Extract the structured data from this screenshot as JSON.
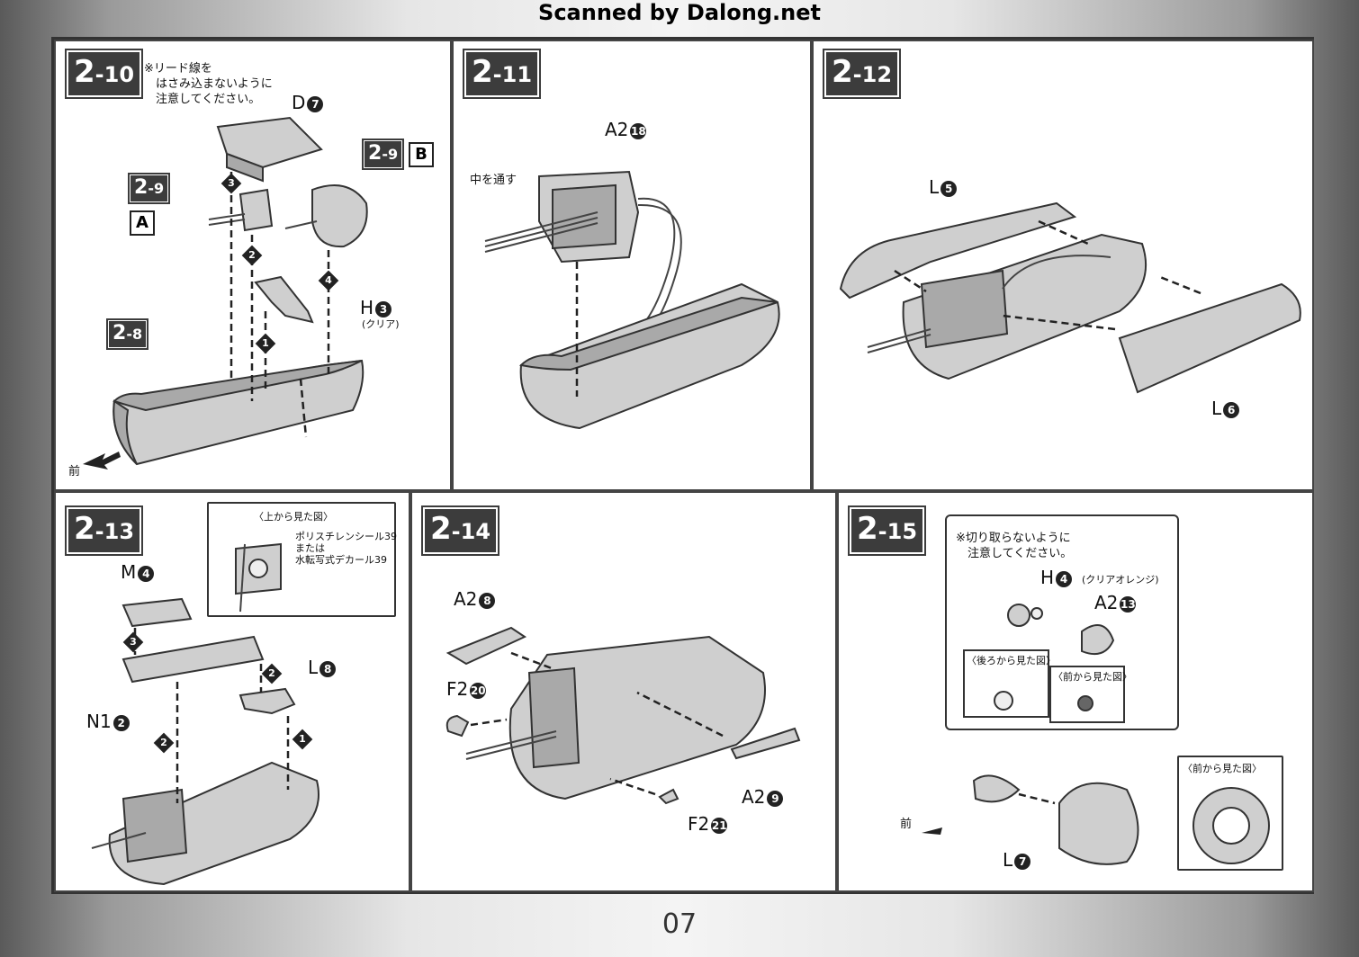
{
  "scan_note": "Scanned by Dalong.net",
  "page_number": "07",
  "steps": {
    "s2_10": {
      "major": "2",
      "minor": "-10",
      "note": "※リード線を\n　はさみ込まないように\n　注意してください。",
      "d7": "D",
      "n7": "7",
      "ref29b_major": "2",
      "ref29b_minor": "-9",
      "letter_b": "B",
      "ref29a_major": "2",
      "ref29a_minor": "-9",
      "letter_a": "A",
      "ref28_major": "2",
      "ref28_minor": "-8",
      "h3": "H",
      "n3": "3",
      "clear": "(クリア)",
      "front": "前",
      "seq": [
        "3",
        "2",
        "4",
        "1"
      ]
    },
    "s2_11": {
      "major": "2",
      "minor": "-11",
      "a2": "A2",
      "n18": "18",
      "pass_through": "中を通す"
    },
    "s2_12": {
      "major": "2",
      "minor": "-12",
      "l5": "L",
      "n5": "5",
      "l6": "L",
      "n6": "6"
    },
    "s2_13": {
      "major": "2",
      "minor": "-13",
      "top_view": "〈上から見た図〉",
      "sticker": "ポリスチレンシール39\nまたは\n水転写式デカール39",
      "m4": "M",
      "n4": "4",
      "l8": "L",
      "n8": "8",
      "n12": "N1",
      "n2": "2",
      "seq": [
        "3",
        "2",
        "2",
        "1"
      ]
    },
    "s2_14": {
      "major": "2",
      "minor": "-14",
      "a2_8": "A2",
      "n8": "8",
      "f2_20": "F2",
      "n20": "20",
      "a2_9": "A2",
      "n9": "9",
      "f2_21": "F2",
      "n21": "21"
    },
    "s2_15": {
      "major": "2",
      "minor": "-15",
      "note": "※切り取らないように\n　注意してください。",
      "h4": "H",
      "n4": "4",
      "orange": "(クリアオレンジ)",
      "a2_13": "A2",
      "n13": "13",
      "rear_view": "〈後ろから見た図〉",
      "front_view": "〈前から見た図〉",
      "front_view2": "〈前から見た図〉",
      "l7": "L",
      "n7": "7",
      "front": "前"
    }
  }
}
